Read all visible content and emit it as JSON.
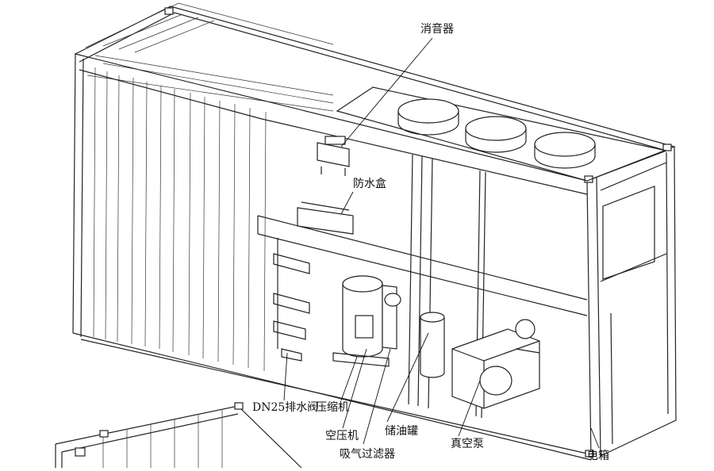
{
  "labels": {
    "muffler": "消音器",
    "waterproof_box": "防水盒",
    "drain_valve": "DN25排水阀",
    "compressor": "压缩机",
    "air_cooler": "空压机",
    "oil_tank": "储油罐",
    "intake_filter": "吸气过滤器",
    "vacuum_pump": "真空泵",
    "electric_box": "电箱"
  }
}
